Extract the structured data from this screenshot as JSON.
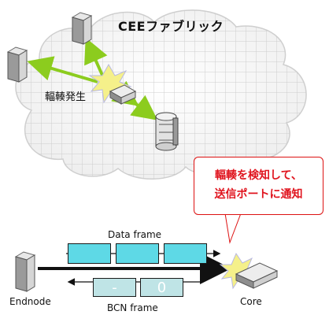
{
  "cloud": {
    "title": "CEEファブリック",
    "congestion_label": "輻輳発生"
  },
  "callout": {
    "line1": "輻輳を検知して、",
    "line2": "送信ポートに通知"
  },
  "data_row": {
    "label": "Data frame",
    "frames": [
      "",
      "",
      ""
    ]
  },
  "bcn_row": {
    "label": "BCN frame",
    "frames": [
      "-",
      "0"
    ]
  },
  "nodes": {
    "endnode": "Endnode",
    "core": "Core"
  },
  "colors": {
    "arrow": "#8ccc1e",
    "callout_text": "#e0141e",
    "data_frame": "#5ed9e6",
    "bcn_frame": "#bfe4e6"
  }
}
